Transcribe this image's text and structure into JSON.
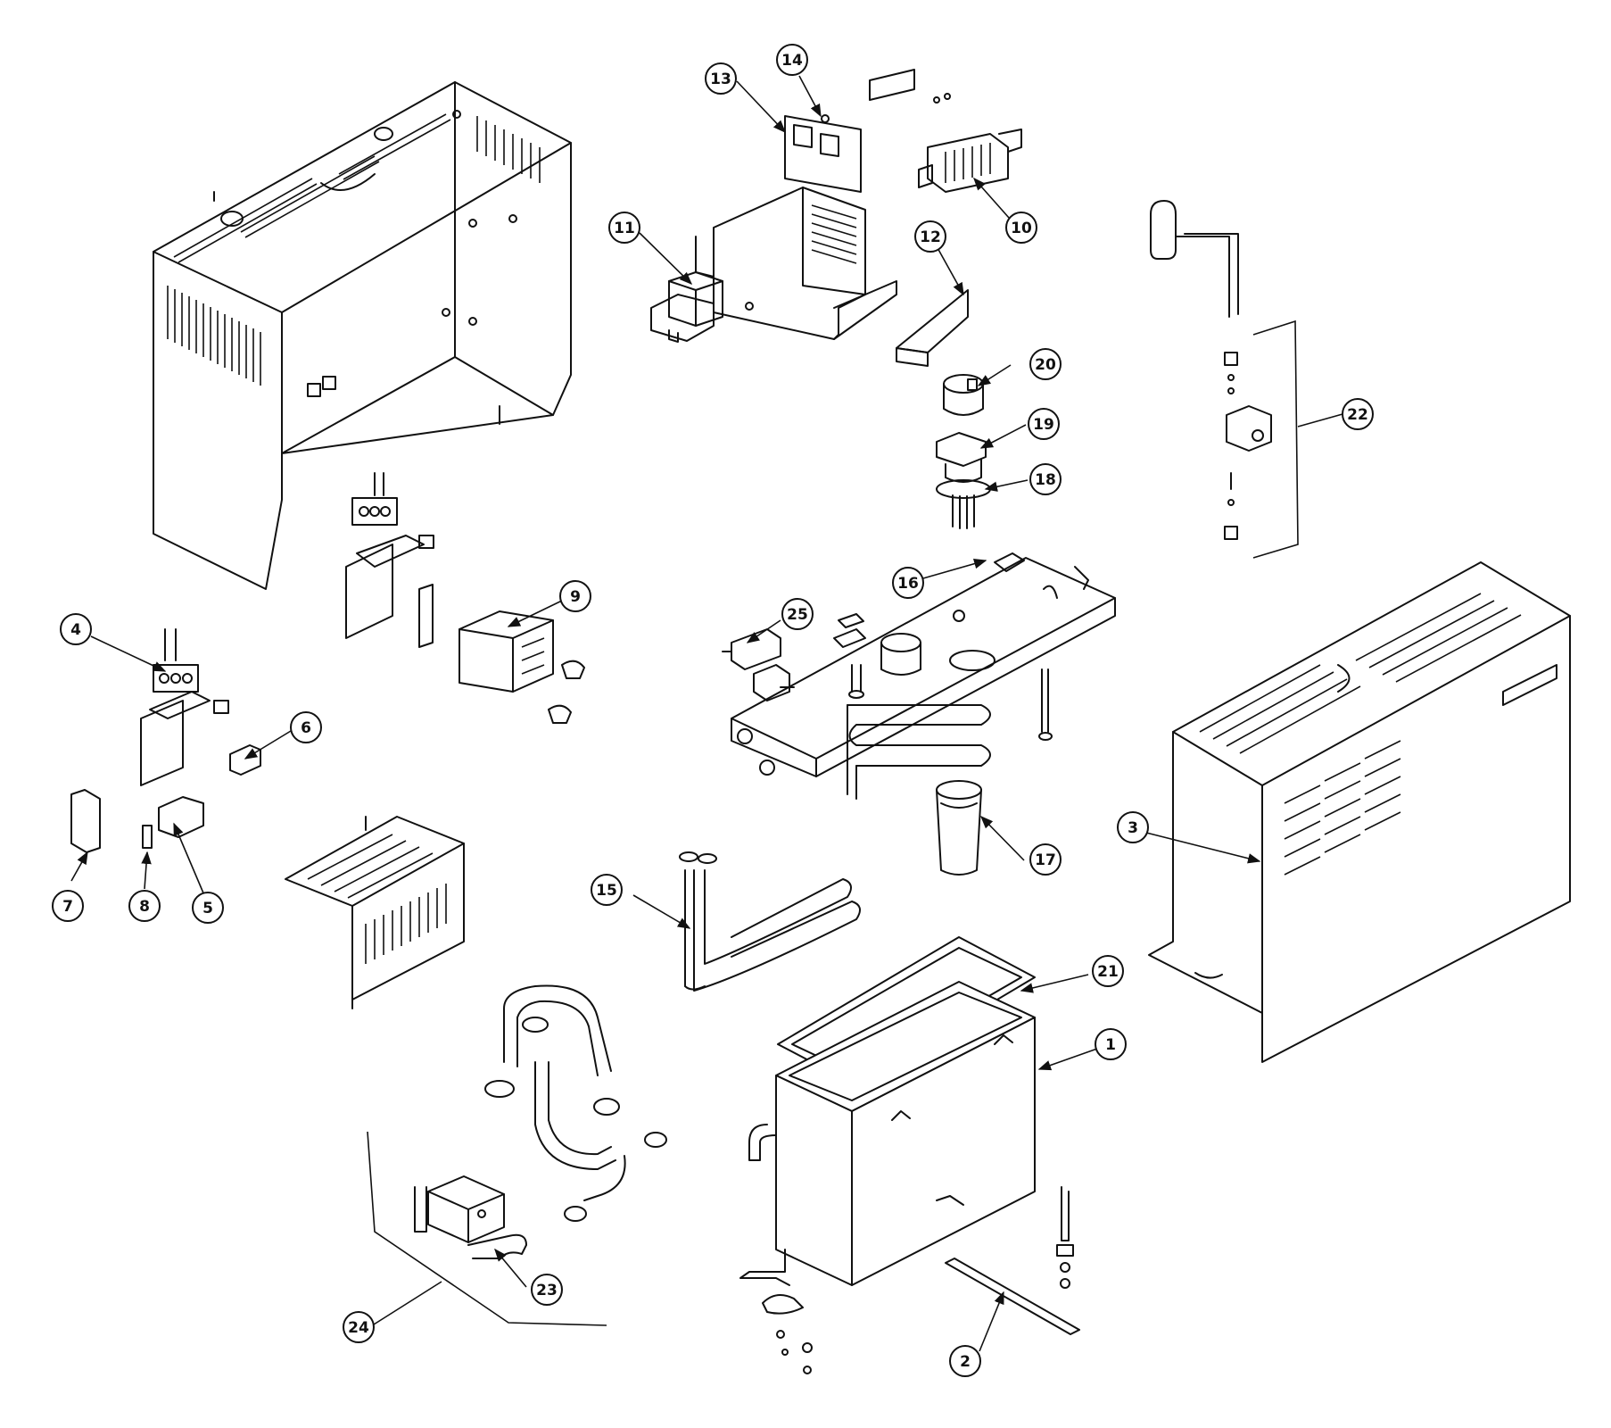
{
  "diagram": {
    "callouts": [
      {
        "label": "1"
      },
      {
        "label": "2"
      },
      {
        "label": "3"
      },
      {
        "label": "4"
      },
      {
        "label": "5"
      },
      {
        "label": "6"
      },
      {
        "label": "7"
      },
      {
        "label": "8"
      },
      {
        "label": "9"
      },
      {
        "label": "10"
      },
      {
        "label": "11"
      },
      {
        "label": "12"
      },
      {
        "label": "13"
      },
      {
        "label": "14"
      },
      {
        "label": "15"
      },
      {
        "label": "16"
      },
      {
        "label": "17"
      },
      {
        "label": "18"
      },
      {
        "label": "19"
      },
      {
        "label": "20"
      },
      {
        "label": "21"
      },
      {
        "label": "22"
      },
      {
        "label": "23"
      },
      {
        "label": "24"
      },
      {
        "label": "25"
      }
    ]
  }
}
